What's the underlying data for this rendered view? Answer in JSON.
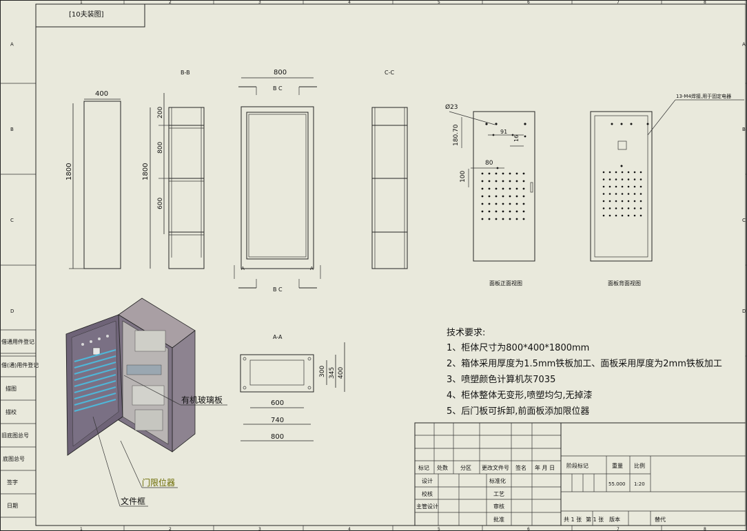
{
  "title_box": "[10夫装图]",
  "border": {
    "top_numbers": [
      "1",
      "2",
      "3",
      "4",
      "5",
      "6",
      "7",
      "8"
    ],
    "bottom_numbers": [
      "1",
      "2",
      "3",
      "4",
      "5",
      "6",
      "7",
      "8"
    ],
    "left_letters": [
      "A",
      "B",
      "C",
      "D"
    ],
    "right_letters": [
      "A",
      "B",
      "C",
      "D"
    ]
  },
  "left_column_labels": [
    "借(通)用件登记",
    "旧底图总号",
    "底图总号",
    "签字",
    "日期",
    "描图",
    "描校",
    "借通用件登记"
  ],
  "views": {
    "side": {
      "width": "400",
      "height": "1800"
    },
    "section_bb": {
      "label": "B-B",
      "h1": "200",
      "h2": "800",
      "h3": "600",
      "total": "1800"
    },
    "front": {
      "width": "800",
      "cut_label": "B C",
      "cut_label_bottom": "B C",
      "a_mark": "A"
    },
    "section_cc": {
      "label": "C-C"
    },
    "panel_front": {
      "caption": "面板正面视图",
      "d": "Ø23",
      "d1": "180.70",
      "d2": "91",
      "d3": "16",
      "d4": "80",
      "d5": "100"
    },
    "panel_back": {
      "caption": "面板背面视图",
      "callout": "13-M4焊接,用于固定电器"
    },
    "section_aa": {
      "label": "A-A",
      "w1": "600",
      "w2": "740",
      "w3": "800",
      "h1": "300",
      "h2": "345",
      "h3": "400"
    }
  },
  "iso_callouts": {
    "glass": "有机玻璃板",
    "door_stop": "门限位器",
    "doc_frame": "文件框"
  },
  "notes": {
    "heading": "技术要求:",
    "items": [
      "1、柜体尺寸为800*400*1800mm",
      "2、箱体采用厚度为1.5mm铁板加工、面板采用厚度为2mm铁板加工",
      "3、喷塑颜色计算机灰7035",
      "4、柜体整体无变形,喷塑均匀,无掉漆",
      "5、后门板可拆卸,前面板添加限位器"
    ]
  },
  "title_block": {
    "row_headers": [
      "标记",
      "处数",
      "分区",
      "更改文件号",
      "签名",
      "年 月 日"
    ],
    "stage_label": "阶段标记",
    "weight_label": "重量",
    "scale_label": "比例",
    "weight_value": "55.000",
    "scale_value": "1:20",
    "design": "设计",
    "standardize": "标准化",
    "check": "校核",
    "process": "工艺",
    "chief_design": "主管设计",
    "review": "审核",
    "approve": "批准",
    "sheets": "共 1 张",
    "sheet_no": "第 1 张",
    "version": "版本",
    "replace": "替代"
  }
}
